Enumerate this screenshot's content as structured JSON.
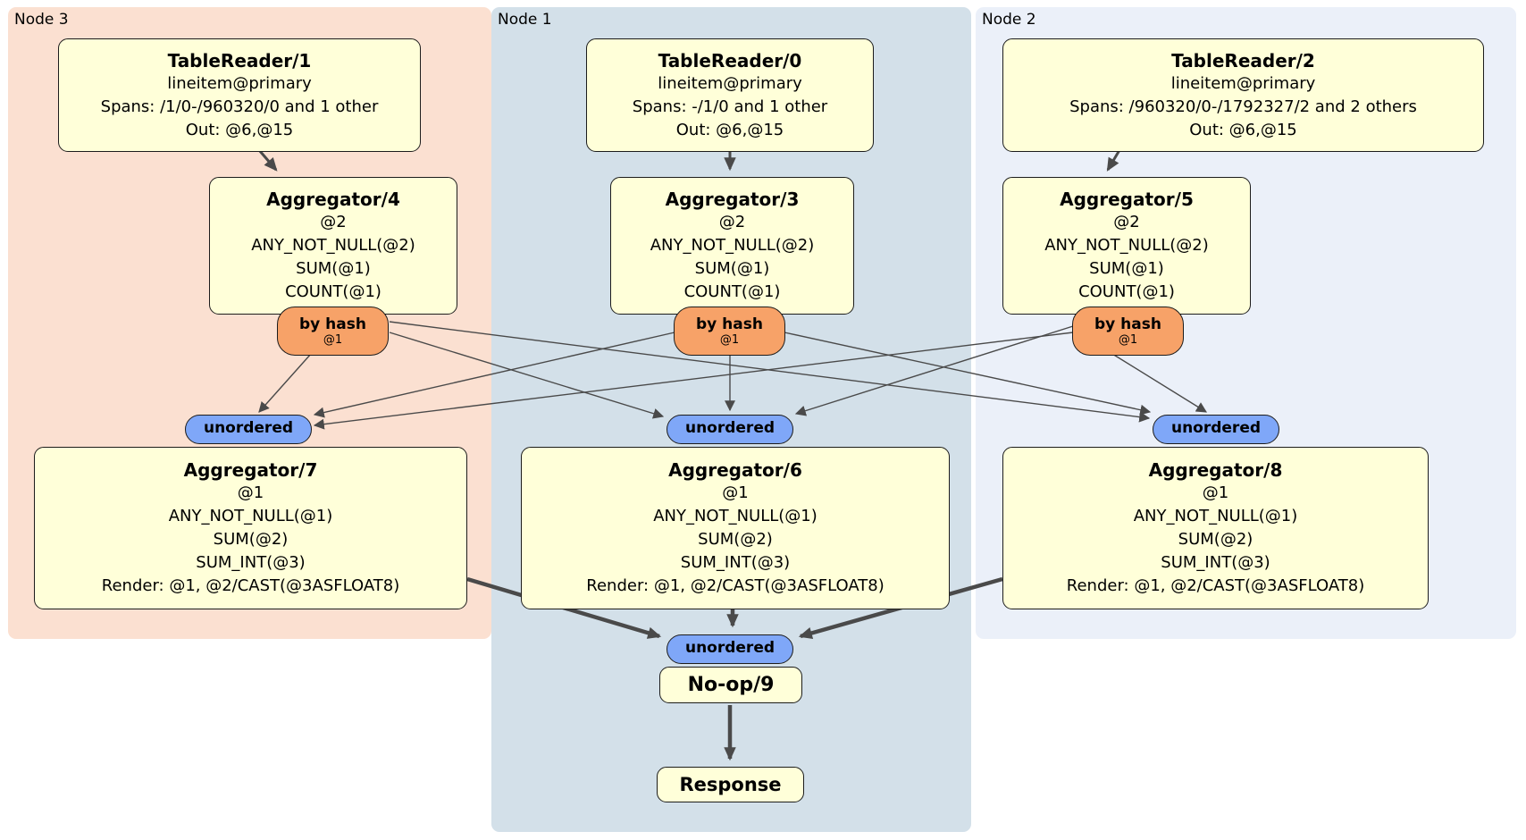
{
  "colors": {
    "node3_bg": "#FBE0D1",
    "node1_bg": "#D3E0E9",
    "node2_bg": "#EBF0F9",
    "box_bg": "#FFFFD9",
    "router_bg": "#F7A268",
    "sync_bg": "#7FA7F8",
    "edge": "#4a4a4a"
  },
  "node3": {
    "label": "Node 3",
    "tablereader": {
      "title": "TableReader/1",
      "lines": [
        "lineitem@primary",
        "Spans: /1/0-/960320/0 and 1 other",
        "Out: @6,@15"
      ]
    },
    "agg_top": {
      "title": "Aggregator/4",
      "lines": [
        "@2",
        "ANY_NOT_NULL(@2)",
        "SUM(@1)",
        "COUNT(@1)"
      ]
    },
    "router": {
      "label": "by hash",
      "detail": "@1"
    },
    "sync_label": "unordered",
    "agg_bottom": {
      "title": "Aggregator/7",
      "lines": [
        "@1",
        "ANY_NOT_NULL(@1)",
        "SUM(@2)",
        "SUM_INT(@3)",
        "Render: @1, @2/CAST(@3ASFLOAT8)"
      ]
    }
  },
  "node1": {
    "label": "Node 1",
    "tablereader": {
      "title": "TableReader/0",
      "lines": [
        "lineitem@primary",
        "Spans: -/1/0 and 1 other",
        "Out: @6,@15"
      ]
    },
    "agg_top": {
      "title": "Aggregator/3",
      "lines": [
        "@2",
        "ANY_NOT_NULL(@2)",
        "SUM(@1)",
        "COUNT(@1)"
      ]
    },
    "router": {
      "label": "by hash",
      "detail": "@1"
    },
    "sync_label": "unordered",
    "agg_bottom": {
      "title": "Aggregator/6",
      "lines": [
        "@1",
        "ANY_NOT_NULL(@1)",
        "SUM(@2)",
        "SUM_INT(@3)",
        "Render: @1, @2/CAST(@3ASFLOAT8)"
      ]
    },
    "final_sync_label": "unordered",
    "noop_title": "No-op/9",
    "response_title": "Response"
  },
  "node2": {
    "label": "Node 2",
    "tablereader": {
      "title": "TableReader/2",
      "lines": [
        "lineitem@primary",
        "Spans: /960320/0-/1792327/2 and 2 others",
        "Out: @6,@15"
      ]
    },
    "agg_top": {
      "title": "Aggregator/5",
      "lines": [
        "@2",
        "ANY_NOT_NULL(@2)",
        "SUM(@1)",
        "COUNT(@1)"
      ]
    },
    "router": {
      "label": "by hash",
      "detail": "@1"
    },
    "sync_label": "unordered",
    "agg_bottom": {
      "title": "Aggregator/8",
      "lines": [
        "@1",
        "ANY_NOT_NULL(@1)",
        "SUM(@2)",
        "SUM_INT(@3)",
        "Render: @1, @2/CAST(@3ASFLOAT8)"
      ]
    }
  },
  "flows": [
    {
      "from": "TableReader/1",
      "to": "Aggregator/4"
    },
    {
      "from": "TableReader/0",
      "to": "Aggregator/3"
    },
    {
      "from": "TableReader/2",
      "to": "Aggregator/5"
    },
    {
      "from": "Aggregator/4",
      "via": "by hash @1",
      "to": [
        "unordered (Node 3)",
        "unordered (Node 1)",
        "unordered (Node 2)"
      ]
    },
    {
      "from": "Aggregator/3",
      "via": "by hash @1",
      "to": [
        "unordered (Node 3)",
        "unordered (Node 1)",
        "unordered (Node 2)"
      ]
    },
    {
      "from": "Aggregator/5",
      "via": "by hash @1",
      "to": [
        "unordered (Node 3)",
        "unordered (Node 1)",
        "unordered (Node 2)"
      ]
    },
    {
      "from": "Aggregator/7",
      "to": "unordered (final)"
    },
    {
      "from": "Aggregator/6",
      "to": "unordered (final)"
    },
    {
      "from": "Aggregator/8",
      "to": "unordered (final)"
    },
    {
      "from": "unordered (final)",
      "to": "No-op/9"
    },
    {
      "from": "No-op/9",
      "to": "Response"
    }
  ]
}
